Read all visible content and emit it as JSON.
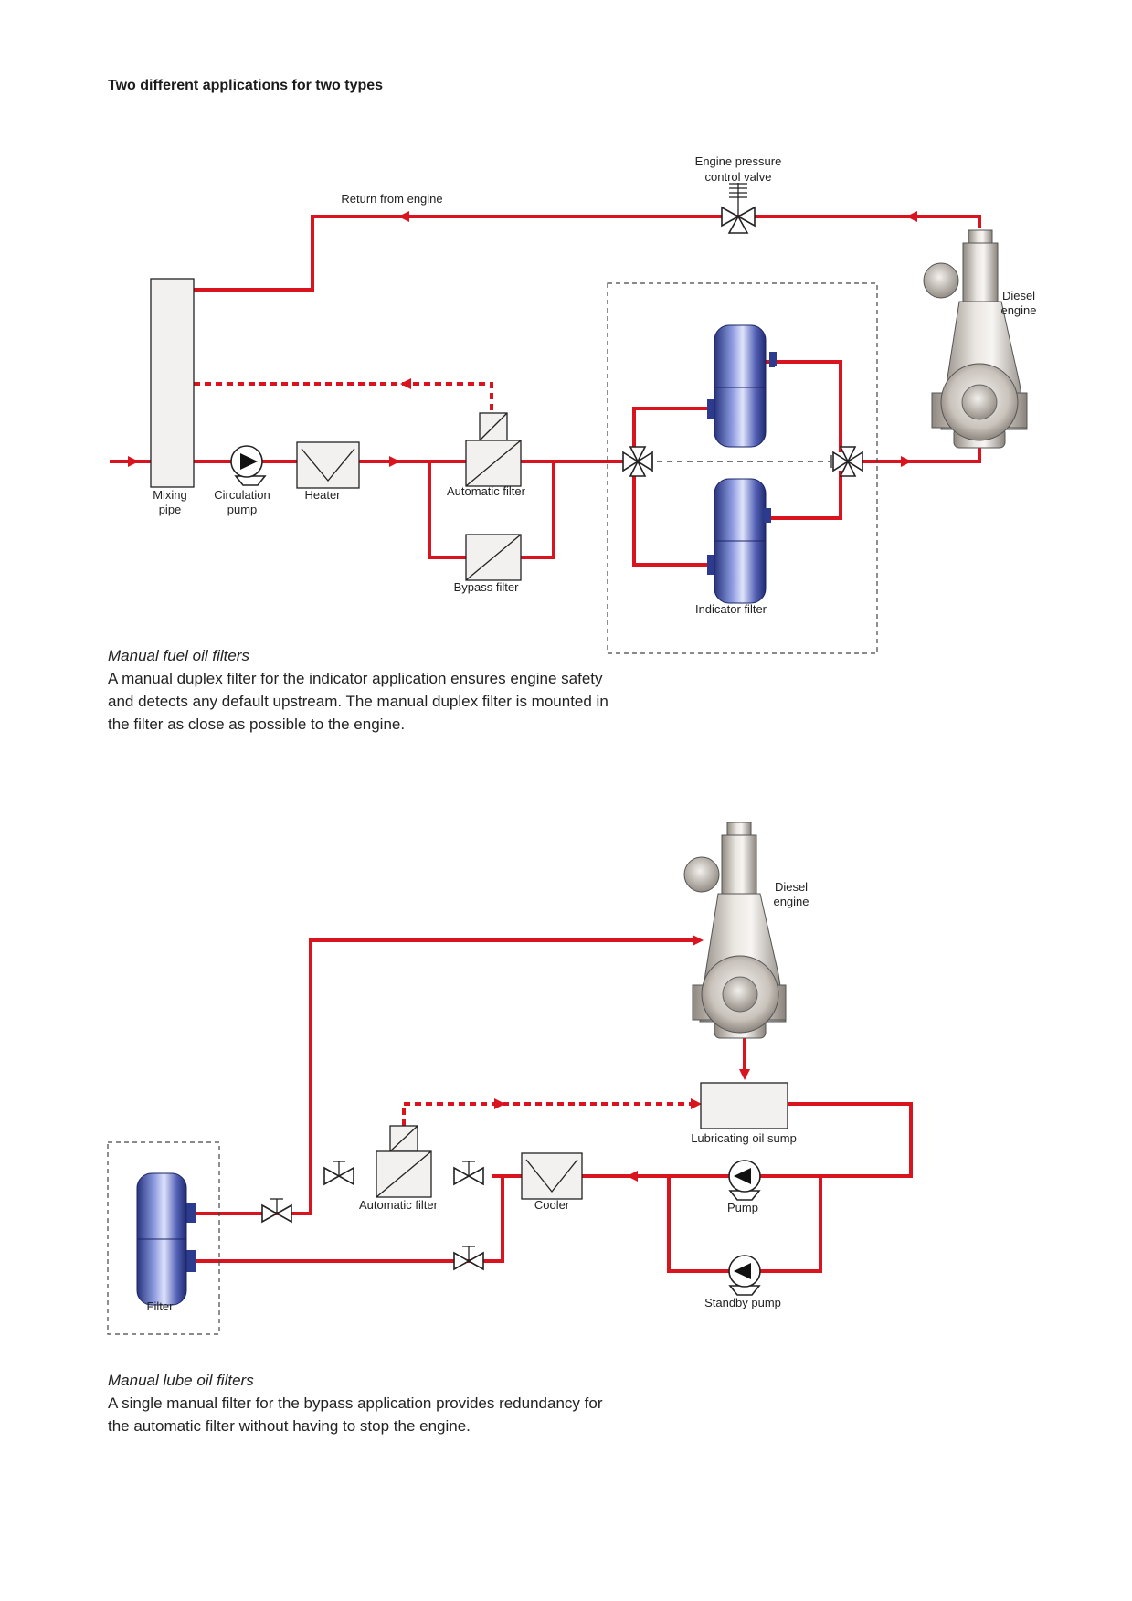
{
  "heading": "Two different applications for two types",
  "diagram1": {
    "labels": {
      "pressure_valve_1": "Engine pressure",
      "pressure_valve_2": "control valve",
      "return": "Return from engine",
      "diesel_1": "Diesel",
      "diesel_2": "engine",
      "mixing_1": "Mixing",
      "mixing_2": "pipe",
      "circ_1": "Circulation",
      "circ_2": "pump",
      "heater": "Heater",
      "auto_filter": "Automatic filter",
      "bypass_filter": "Bypass filter",
      "indicator_filter": "Indicator filter"
    },
    "caption_title": "Manual fuel oil filters",
    "caption_body": "A manual duplex filter for the indicator application ensures engine safety and detects any default upstream. The manual duplex filter is mounted in the filter as close as possible to the engine."
  },
  "diagram2": {
    "labels": {
      "diesel_1": "Diesel",
      "diesel_2": "engine",
      "sump": "Lubricating oil sump",
      "auto_filter": "Automatic filter",
      "cooler": "Cooler",
      "pump": "Pump",
      "standby_pump": "Standby pump",
      "filter": "Filter"
    },
    "caption_title": "Manual lube oil filters",
    "caption_body": "A single manual filter for the bypass application provides redundancy for the automatic filter without having to stop the engine."
  },
  "colors": {
    "pipe": "#d9141e",
    "filter_body": "#3d4fa8",
    "engine_body": "#d8d3cc"
  }
}
